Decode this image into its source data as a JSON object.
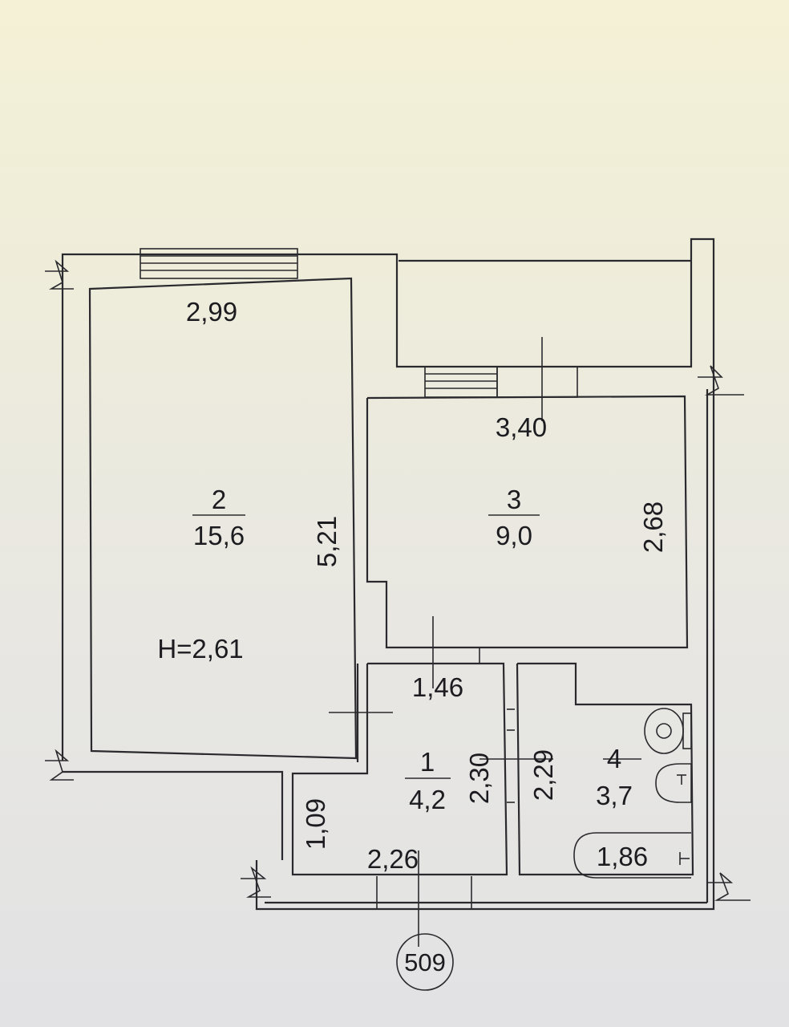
{
  "plan": {
    "ceiling_height": "H=2,61",
    "apartment_number": "509",
    "rooms": [
      {
        "number": "2",
        "area": "15,6",
        "width": "2,99",
        "length": "5,21"
      },
      {
        "number": "3",
        "area": "9,0",
        "width": "3,40",
        "length": "2,68"
      },
      {
        "number": "1",
        "area": "4,2",
        "width_top": "1,46",
        "length": "2,30",
        "width_bottom": "2,26",
        "niche_depth": "1,09"
      },
      {
        "number": "4",
        "area": "3,7",
        "length": "2,29",
        "bathtub_length": "1,86"
      }
    ],
    "colors": {
      "line": "#2a2a2e",
      "paper_top": "#f4f1d6",
      "paper_bottom": "#e2e2e4"
    }
  }
}
